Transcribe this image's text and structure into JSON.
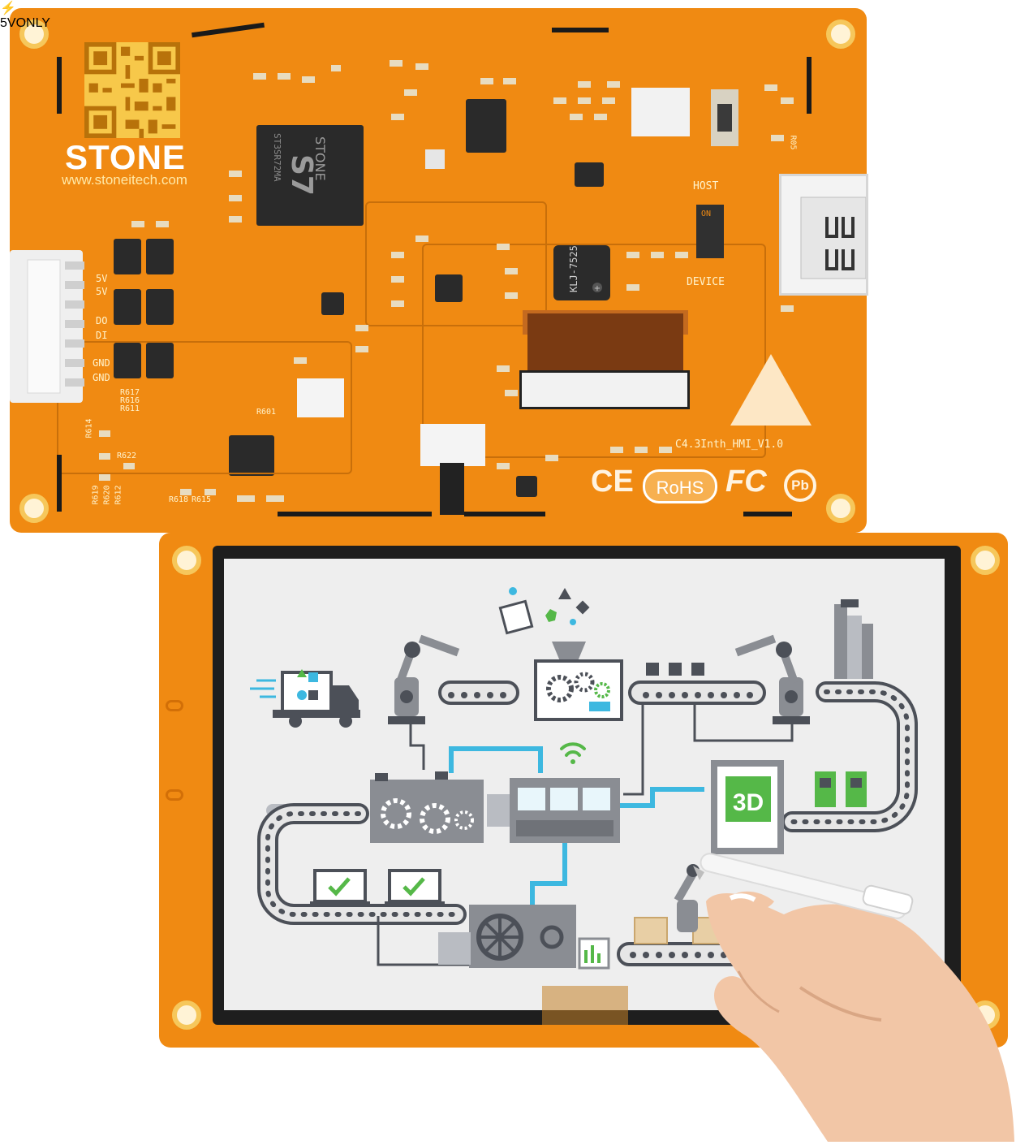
{
  "pcb": {
    "brand": "STONE",
    "website": "www.stoneitech.com",
    "mcu_brand": "STONE",
    "mcu_model": "S7",
    "mcu_line": "ST3SR72MA",
    "badge": "5VONLY",
    "inductor_label": "KLJ-7525",
    "switch_top": "HOST",
    "switch_on": "ON",
    "switch_bottom": "DEVICE",
    "pins": [
      "5V",
      "5V",
      "DO",
      "DI",
      "GND",
      "GND"
    ],
    "resistors": [
      "R617",
      "R616",
      "R611",
      "R614",
      "R622",
      "R619",
      "R620",
      "R612",
      "R618",
      "R615",
      "R601",
      "R05"
    ],
    "model": "C4.3Inth_HMI_V1.0",
    "cert_ce": "CE",
    "cert_rohs": "RoHS",
    "cert_fc": "FC",
    "cert_pb": "Pb"
  },
  "display": {
    "screen_text_3d": "3D"
  },
  "colors": {
    "pcb": "#f08a12",
    "screen_bg": "#eeeeee",
    "accent_blue": "#3db8e0",
    "accent_green": "#55b848",
    "machine_gray": "#8a8d93"
  }
}
